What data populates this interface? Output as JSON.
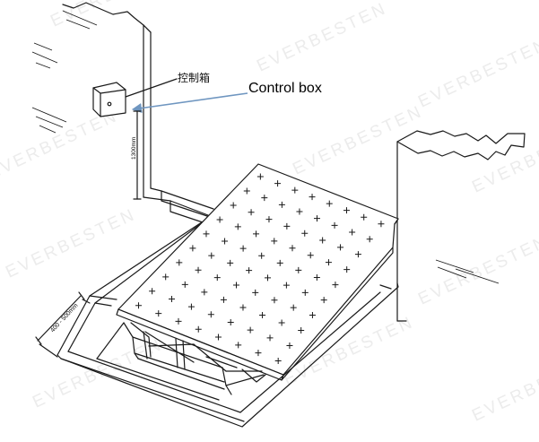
{
  "watermark": {
    "text": "EVERBESTEN"
  },
  "labels": {
    "control_box_cn": "控制箱",
    "control_box_en": "Control box",
    "height_dim": "1300mm",
    "pit_depth_dim": "400 - 500mm"
  },
  "colors": {
    "arrow": "#6f96c0",
    "line": "#1a1a1a"
  }
}
